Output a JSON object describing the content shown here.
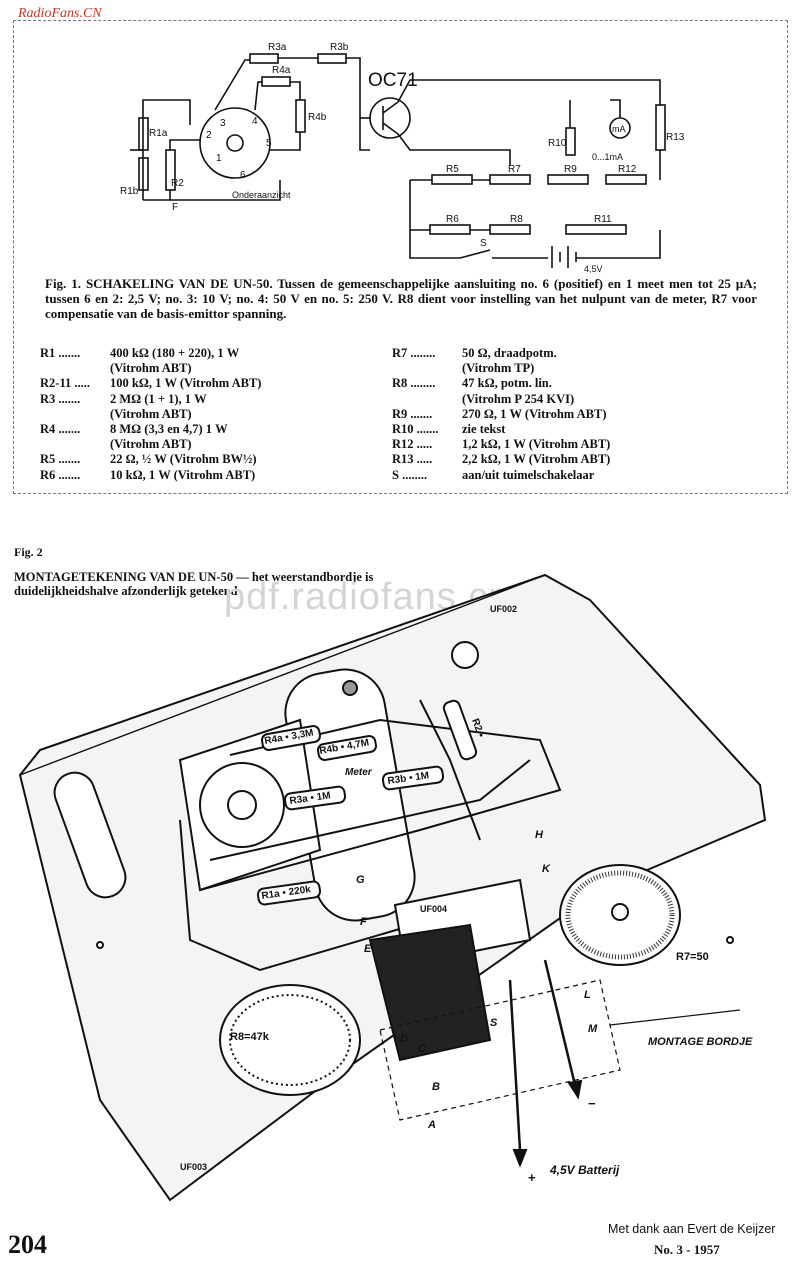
{
  "watermark": {
    "site": "RadioFans.CN",
    "mid": "pdf.radiofans.cn"
  },
  "fig1": {
    "caption": "Fig. 1. SCHAKELING VAN DE UN-50. Tussen de gemeenschappelijke aansluiting no. 6 (positief) en 1 meet men tot 25 µA; tussen 6 en 2: 2,5 V; no. 3: 10 V; no. 4: 50 V en no. 5: 250 V. R8 dient voor instelling van het nulpunt van de meter, R7 voor compensatie van de basis-emittor spanning.",
    "labels": {
      "oc71": "OC71",
      "r3a": "R3a",
      "r3b": "R3b",
      "r4a": "R4a",
      "r4b": "R4b",
      "r1a": "R1a",
      "r1b": "R1b",
      "r2": "R2",
      "r5": "R5",
      "r7": "R7",
      "r9": "R9",
      "r12": "R12",
      "r6": "R6",
      "r8": "R8",
      "r11": "R11",
      "r10": "R10",
      "r13": "R13",
      "ma": "mA",
      "ma_range": "0...1mA",
      "onderaanzicht": "Onderaanzicht",
      "s": "S",
      "battery": "4,5V",
      "f": "F",
      "pins": [
        "1",
        "2",
        "3",
        "4",
        "5",
        "6"
      ]
    },
    "parts": [
      {
        "left": {
          "id": "R1 .......",
          "value": "400 kΩ (180 + 220), 1 W"
        },
        "right": {
          "id": "R7 ........",
          "value": "50 Ω, draadpotm."
        }
      },
      {
        "left": {
          "id": "",
          "value": "(Vitrohm ABT)"
        },
        "right": {
          "id": "",
          "value": "(Vitrohm TP)"
        }
      },
      {
        "left": {
          "id": "R2-11 .....",
          "value": "100 kΩ, 1 W (Vitrohm ABT)"
        },
        "right": {
          "id": "R8 ........",
          "value": "47 kΩ, potm. lin."
        }
      },
      {
        "left": {
          "id": "R3 .......",
          "value": "2 MΩ (1 + 1), 1 W"
        },
        "right": {
          "id": "",
          "value": "(Vitrohm P 254 KVI)"
        }
      },
      {
        "left": {
          "id": "",
          "value": "(Vitrohm ABT)"
        },
        "right": {
          "id": "R9 .......",
          "value": "270 Ω, 1 W (Vitrohm ABT)"
        }
      },
      {
        "left": {
          "id": "R4 .......",
          "value": "8 MΩ (3,3 en 4,7) 1 W"
        },
        "right": {
          "id": "R10 .......",
          "value": "zie tekst"
        }
      },
      {
        "left": {
          "id": "",
          "value": "(Vitrohm ABT)"
        },
        "right": {
          "id": "R12 .....",
          "value": "1,2 kΩ, 1 W (Vitrohm ABT)"
        }
      },
      {
        "left": {
          "id": "R5 .......",
          "value": "22 Ω, ½ W (Vitrohm BW½)"
        },
        "right": {
          "id": "R13 .....",
          "value": "2,2 kΩ, 1 W (Vitrohm ABT)"
        }
      },
      {
        "left": {
          "id": "R6 .......",
          "value": "10 kΩ, 1 W (Vitrohm ABT)"
        },
        "right": {
          "id": "S ........",
          "value": "aan/uit tuimelschakelaar"
        }
      }
    ]
  },
  "fig2": {
    "label": "Fig. 2",
    "caption": "MONTAGETEKENING VAN DE UN-50 — het weerstandbordje is duidelijkheidshalve afzonderlijk getekend",
    "labels": {
      "uf002": "UF002",
      "uf004": "UF004",
      "uf003": "UF003",
      "r4a": "R4a • 3,3M",
      "r4b": "R4b • 4,7M",
      "r3a": "R3a • 1M",
      "r3b": "R3b • 1M",
      "r1a": "R1a • 220k",
      "r2": "R2 •",
      "meter": "Meter",
      "r8": "R8=47k",
      "r7": "R7=50",
      "montage": "MONTAGE BORDJE",
      "battery": "4,5V Batterij",
      "letters": [
        "A",
        "B",
        "C",
        "D",
        "E",
        "F",
        "G",
        "H",
        "K",
        "L",
        "M",
        "S"
      ],
      "plus": "+",
      "minus": "−"
    }
  },
  "footer": {
    "page_number": "204",
    "thanks": "Met dank aan Evert de Keijzer",
    "issue": "No. 3 - 1957"
  }
}
